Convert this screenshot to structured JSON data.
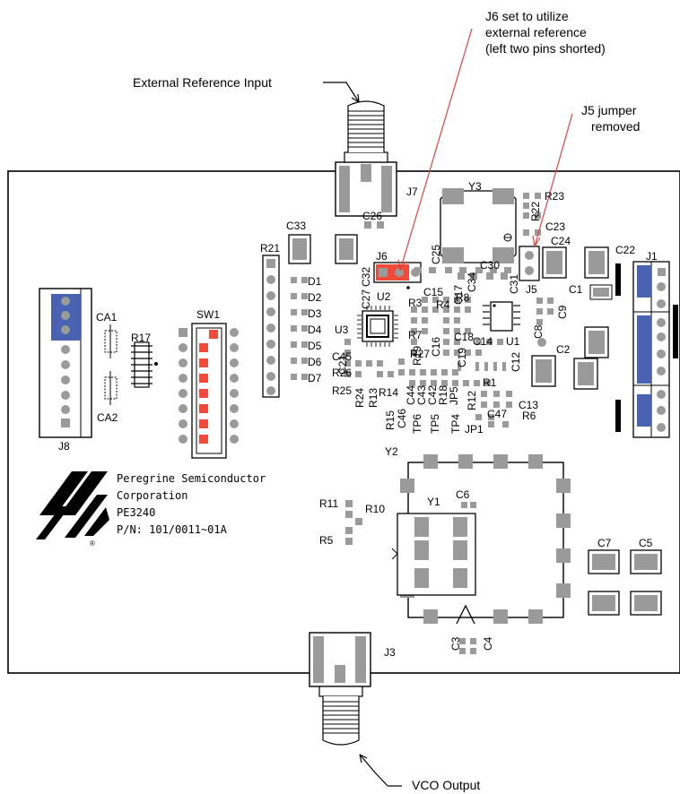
{
  "callouts": {
    "ext_ref": "External Reference Input",
    "j6_line1": "J6 set to utilize",
    "j6_line2": "external reference",
    "j6_line3": "(left two pins shorted)",
    "j5_line1": "J5 jumper",
    "j5_line2": "removed",
    "vco": "VCO Output"
  },
  "company": {
    "line1": "Peregrine Semiconductor",
    "line2": "Corporation",
    "line3": "PE3240",
    "line4": "P/N: 101/0011~01A",
    "registered": "®"
  },
  "labels": {
    "J7": "J7",
    "J6": "J6",
    "J5": "J5",
    "J1": "J1",
    "J3": "J3",
    "J8": "J8",
    "Y1": "Y1",
    "Y2": "Y2",
    "Y3": "Y3",
    "U1": "U1",
    "U2": "U2",
    "U3": "U3",
    "SW1": "SW1",
    "CA1": "CA1",
    "CA2": "CA2",
    "R17": "R17",
    "R21": "R21",
    "R23": "R23",
    "R22": "R22",
    "C33": "C33",
    "C26": "C26",
    "C23": "C23",
    "C24": "C24",
    "C22": "C22",
    "C25": "C25",
    "C30": "C30",
    "C34": "C34",
    "C31": "C31",
    "C32": "C32",
    "C27": "C27",
    "C1": "C1",
    "C2": "C2",
    "C8": "C8",
    "C9": "C9",
    "R3": "R3",
    "R4": "R4",
    "R7": "R7",
    "R8": "R8",
    "C15": "C15",
    "C17": "C17",
    "C16": "C16",
    "C18": "C18",
    "C14": "C14",
    "C19": "C19",
    "C12": "C12",
    "R27": "R27",
    "R19": "R19",
    "C21": "C21",
    "C45": "C45",
    "R26": "R26",
    "R25": "R25",
    "R24": "R24",
    "R13": "R13",
    "R14": "R14",
    "C44": "C44",
    "C43": "C43",
    "C42": "C42",
    "R18": "R18",
    "JP5": "JP5",
    "R12": "R12",
    "R1": "R1",
    "C13": "C13",
    "R6": "R6",
    "C47": "C47",
    "JP1": "JP1",
    "R15": "R15",
    "C46": "C46",
    "TP6": "TP6",
    "TP5": "TP5",
    "TP4": "TP4",
    "D1": "D1",
    "D2": "D2",
    "D3": "D3",
    "D4": "D4",
    "D5": "D5",
    "D6": "D6",
    "D7": "D7",
    "R11": "R11",
    "R10": "R10",
    "R5": "R5",
    "C6": "C6",
    "C7": "C7",
    "C5": "C5",
    "C3": "C3",
    "C4": "C4"
  },
  "colors": {
    "blue": "#4a63b0",
    "red": "#f04a3a",
    "gray": "#9a9a9a",
    "dark": "#6e6e6e",
    "callout_line": "#e8403a"
  }
}
